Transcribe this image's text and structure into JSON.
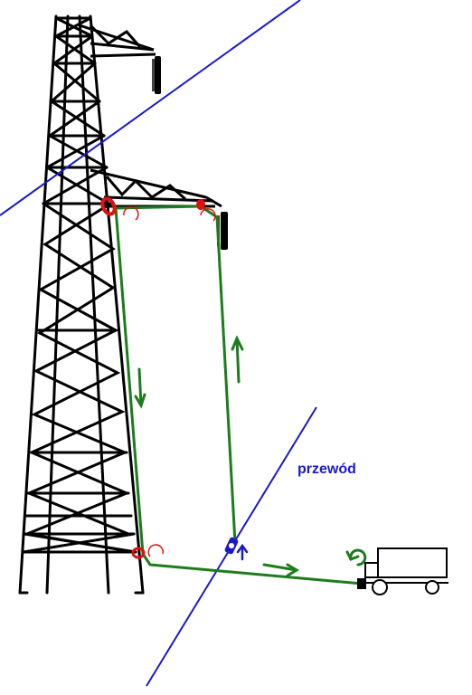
{
  "diagram": {
    "wire_label": "przewód",
    "colors": {
      "tower": "#000000",
      "wire": "#1a1acc",
      "rope": "#1c7d1c",
      "pulley": "#e01010",
      "label": "#1a1acc",
      "truck": "#000000"
    },
    "icons": [
      "transmission-tower",
      "insulator",
      "pulley",
      "clamp",
      "arrow",
      "winch-truck",
      "winch-rotation-arrow"
    ]
  }
}
